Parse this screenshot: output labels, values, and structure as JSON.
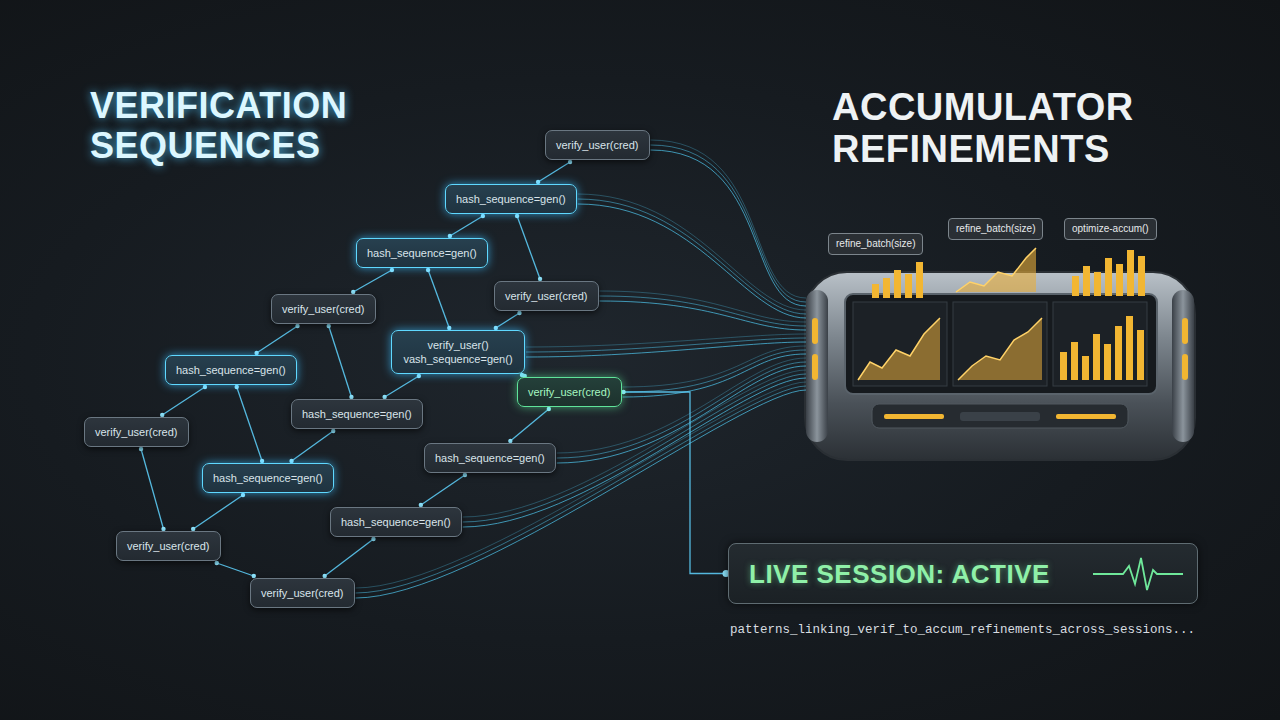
{
  "diagram": {
    "nodes": [
      {
        "text": [
          "verify_user(cred)"
        ]
      },
      {
        "text": [
          "hash_sequence=gen()"
        ]
      },
      {
        "text": [
          "hash_sequence=gen()"
        ]
      },
      {
        "text": [
          "verify_user(cred)"
        ]
      },
      {
        "text": [
          "verify_user(cred)"
        ]
      },
      {
        "text": [
          "verify_user() vash_sequence=gen()"
        ]
      },
      {
        "text": [
          "hash_sequence=gen()"
        ]
      },
      {
        "text": [
          "verify_user(cred)"
        ]
      },
      {
        "text": [
          "hash_sequence=gen()"
        ]
      },
      {
        "text": [
          "verify_user(cred)"
        ]
      },
      {
        "text": [
          "hash_sequence=gen()"
        ]
      },
      {
        "text": [
          "hash_sequence=gen()"
        ]
      },
      {
        "text": [
          "hash_sequence=gen()"
        ]
      },
      {
        "text": [
          "verify_user(cred)"
        ]
      },
      {
        "text": [
          "verify_user(cred)"
        ]
      },
      {
        "text": [
          "refine_batch(size)"
        ]
      },
      {
        "text": [
          "refine_batch(size)"
        ]
      },
      {
        "text": [
          "optimize-accum()"
        ]
      },
      {
        "text": [
          "LIVE SESSION: ACTIVE"
        ]
      }
    ],
    "edges": [
      {
        "from": 0,
        "to": 1,
        "arrow": "none"
      },
      {
        "from": 1,
        "to": 2,
        "arrow": "none"
      },
      {
        "from": 2,
        "to": 4,
        "arrow": "none"
      },
      {
        "from": 4,
        "to": 6,
        "arrow": "none"
      },
      {
        "from": 6,
        "to": 9,
        "arrow": "none"
      },
      {
        "from": 1,
        "to": 3,
        "arrow": "none"
      },
      {
        "from": 2,
        "to": 5,
        "arrow": "none"
      },
      {
        "from": 3,
        "to": 5,
        "arrow": "none"
      },
      {
        "from": 4,
        "to": 8,
        "arrow": "none"
      },
      {
        "from": 5,
        "to": 8,
        "arrow": "none"
      },
      {
        "from": 5,
        "to": 7,
        "arrow": "none"
      },
      {
        "from": 6,
        "to": 11,
        "arrow": "none"
      },
      {
        "from": 8,
        "to": 11,
        "arrow": "none"
      },
      {
        "from": 7,
        "to": 10,
        "arrow": "none"
      },
      {
        "from": 10,
        "to": 12,
        "arrow": "none"
      },
      {
        "from": 11,
        "to": 13,
        "arrow": "none"
      },
      {
        "from": 9,
        "to": 13,
        "arrow": "none"
      },
      {
        "from": 12,
        "to": 14,
        "arrow": "none"
      },
      {
        "from": 13,
        "to": 14,
        "arrow": "none"
      },
      {
        "from": 7,
        "to": 18,
        "arrow": "none"
      }
    ],
    "labels": [
      "VERIFICATION SEQUENCES",
      "ACCUMULATOR REFINEMENTS",
      "patterns_linking_verif_to_accum_refinements_across_sessions..."
    ]
  }
}
